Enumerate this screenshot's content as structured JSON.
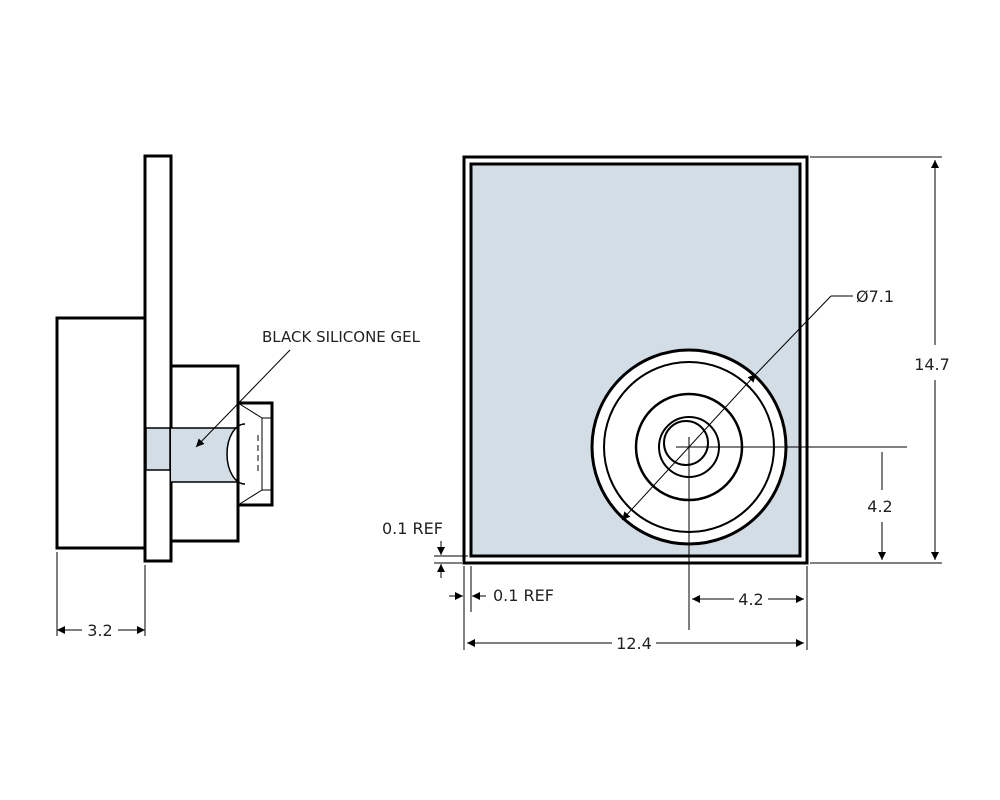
{
  "side_view": {
    "gel_label": "BLACK SILICONE GEL",
    "thickness_dim": "3.2"
  },
  "front_view": {
    "diameter_dim": "Ø7.1",
    "height_dim": "14.7",
    "width_dim": "12.4",
    "center_from_bottom_dim": "4.2",
    "center_from_right_dim": "4.2",
    "vertical_ref_dim": "0.1 REF",
    "horizontal_ref_dim": "0.1 REF"
  },
  "colors": {
    "face_fill": "#d3dde6",
    "gel_fill": "#d3dde6",
    "line": "#000000"
  }
}
